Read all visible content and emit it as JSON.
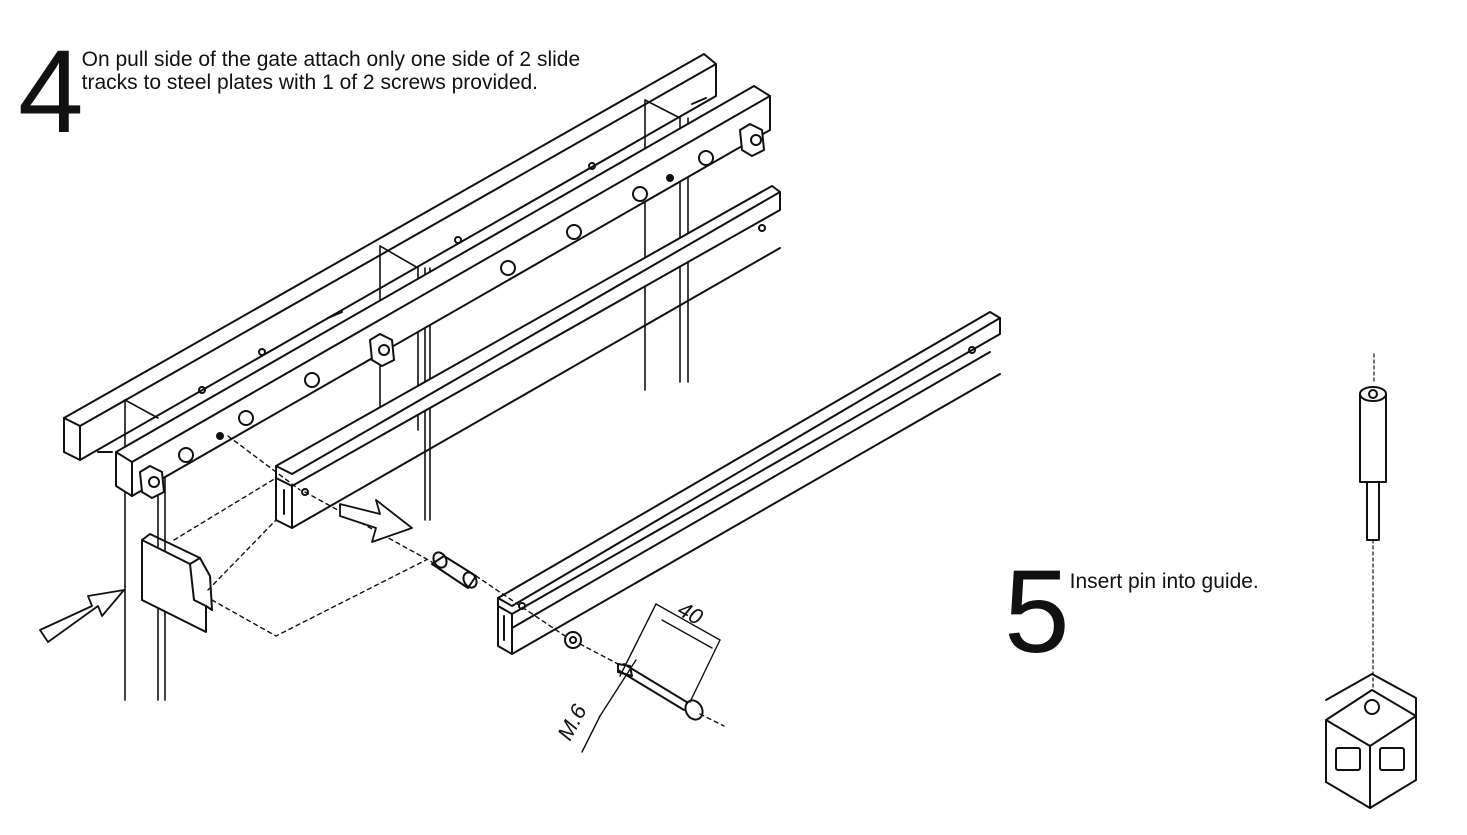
{
  "steps": [
    {
      "number": "4",
      "text": "On pull side of the gate attach only one side of 2 slide tracks to steel plates with 1 of 2 screws provided."
    },
    {
      "number": "5",
      "text": "Insert pin into guide."
    }
  ],
  "dimensions": {
    "length": "40",
    "thread": "M.6"
  },
  "colors": {
    "line": "#111111",
    "background": "#ffffff"
  }
}
